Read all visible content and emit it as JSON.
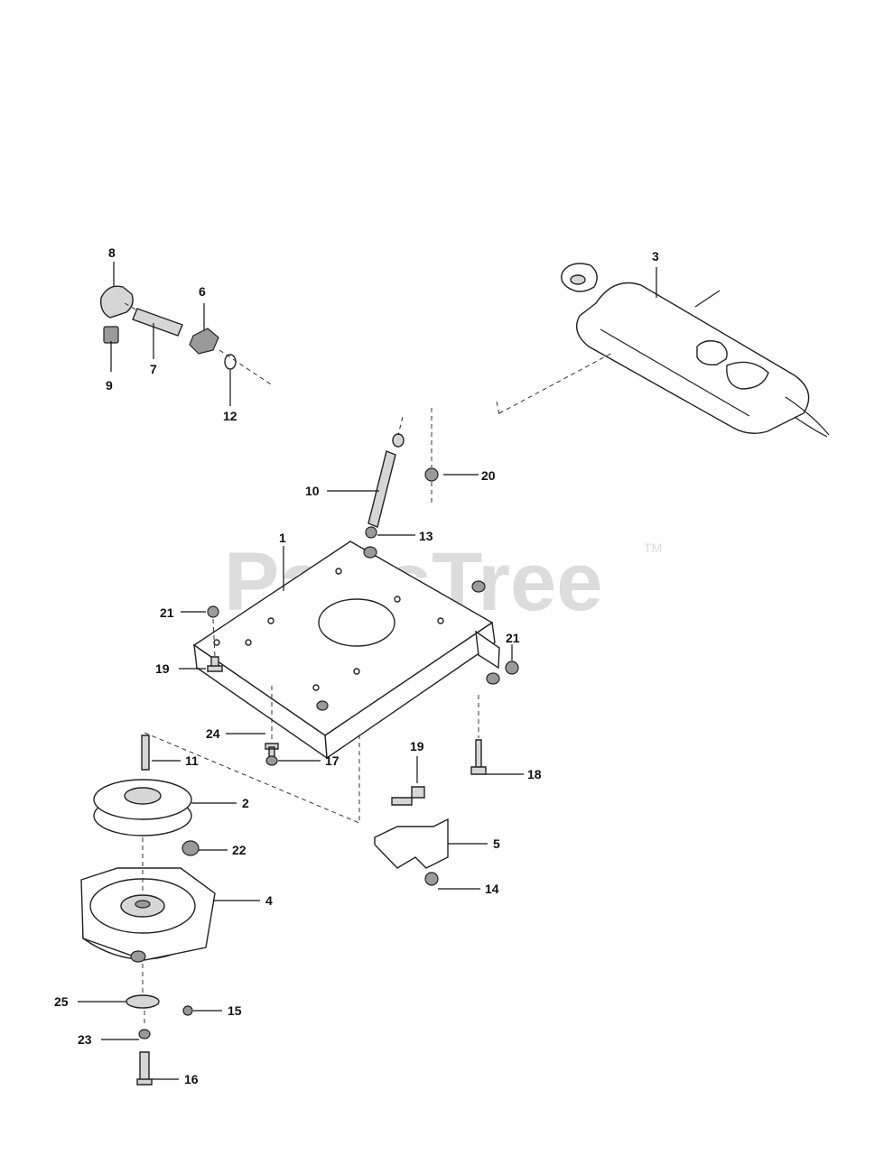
{
  "watermark": {
    "text": "PartsTree",
    "tm": "TM"
  },
  "callouts": {
    "c1": "1",
    "c2": "2",
    "c3": "3",
    "c4": "4",
    "c5": "5",
    "c6": "6",
    "c7": "7",
    "c8": "8",
    "c9": "9",
    "c10": "10",
    "c11": "11",
    "c12": "12",
    "c13": "13",
    "c14": "14",
    "c15": "15",
    "c16": "16",
    "c17": "17",
    "c18": "18",
    "c19a": "19",
    "c19b": "19",
    "c20": "20",
    "c21a": "21",
    "c21b": "21",
    "c22": "22",
    "c23": "23",
    "c24": "24",
    "c25": "25"
  }
}
